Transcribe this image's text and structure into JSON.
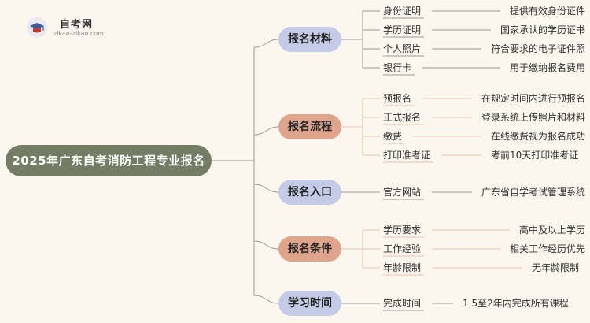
{
  "logo": {
    "title": "自考网",
    "url": "zikao-zikao.com"
  },
  "root": {
    "label": "2025年广东自考消防工程专业报名"
  },
  "colors": {
    "root": "#747d63",
    "blue": "#c3cbe6",
    "orange": "#dea48c",
    "line_gray": "#9a9a9a",
    "line_orange": "#e7c2ae"
  },
  "categories": [
    {
      "label": "报名材料",
      "style": "blue",
      "items": [
        {
          "name": "身份证明",
          "desc": "提供有效身份证件"
        },
        {
          "name": "学历证明",
          "desc": "国家承认的学历证书"
        },
        {
          "name": "个人照片",
          "desc": "符合要求的电子证件照"
        },
        {
          "name": "银行卡",
          "desc": "用于缴纳报名费用"
        }
      ]
    },
    {
      "label": "报名流程",
      "style": "orange",
      "items": [
        {
          "name": "预报名",
          "desc": "在规定时间内进行预报名"
        },
        {
          "name": "正式报名",
          "desc": "登录系统上传照片和材料"
        },
        {
          "name": "缴费",
          "desc": "在线缴费视为报名成功"
        },
        {
          "name": "打印准考证",
          "desc": "考前10天打印准考证"
        }
      ]
    },
    {
      "label": "报名入口",
      "style": "blue",
      "items": [
        {
          "name": "官方网站",
          "desc": "广东省自学考试管理系统"
        }
      ]
    },
    {
      "label": "报名条件",
      "style": "orange",
      "items": [
        {
          "name": "学历要求",
          "desc": "高中及以上学历"
        },
        {
          "name": "工作经验",
          "desc": "相关工作经历优先"
        },
        {
          "name": "年龄限制",
          "desc": "无年龄限制"
        }
      ]
    },
    {
      "label": "学习时间",
      "style": "blue",
      "items": [
        {
          "name": "完成时间",
          "desc": "1.5至2年内完成所有课程"
        }
      ]
    }
  ]
}
